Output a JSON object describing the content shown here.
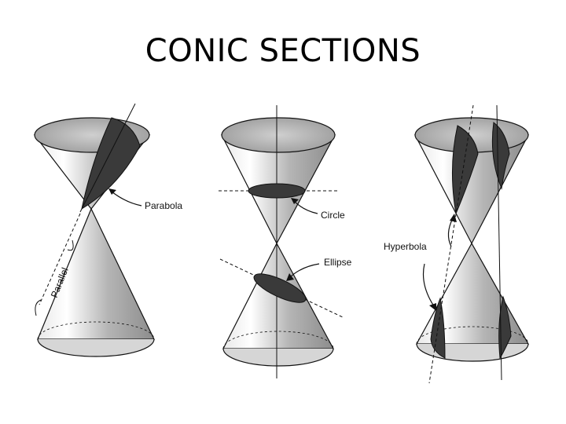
{
  "slide": {
    "title": "CONIC SECTIONS"
  },
  "labels": {
    "parabola": "Parabola",
    "parallel": "Parallel",
    "circle": "Circle",
    "ellipse": "Ellipse",
    "hyperbola": "Hyperbola"
  },
  "colors": {
    "ink": "#111111",
    "section_fill": "#3a3a3a",
    "cone_light": "#f4f4f4",
    "cone_dark": "#9a9a9a"
  }
}
